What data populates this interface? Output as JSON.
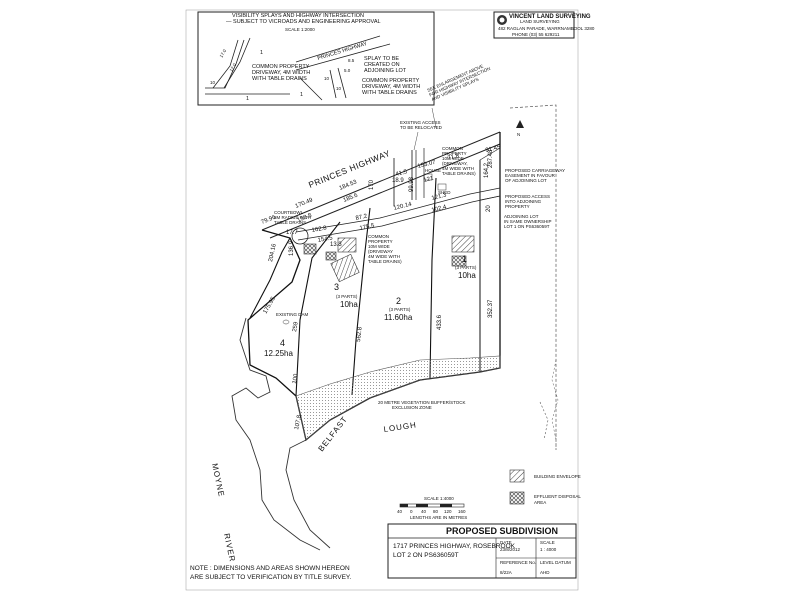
{
  "header": {
    "company": "VINCENT LAND SURVEYING",
    "company_tag": "LAND SURVEYING",
    "address": "482 RAGLAN PARADE, WARRNAMBOOL 3280",
    "phone": "PHONE (03) 55 629211"
  },
  "inset": {
    "title1": "VISIBILITY SPLAYS AND HIGHWAY INTERSECTION",
    "title2": "— SUBJECT TO VICROADS AND ENGINEERING APPROVAL",
    "scale": "SCALE 1:2000",
    "road": "PRINCES HIGHWAY",
    "left_note": "COMMON PROPERTY DRIVEWAY, 4M WIDTH WITH TABLE DRAINS",
    "right_note1": "SPLAY TO BE CREATED ON ADJOINING LOT",
    "right_note2": "COMMON PROPERTY DRIVEWAY, 4M WIDTH WITH TABLE DRAINS",
    "dims": [
      "17.0",
      "12.0",
      "10",
      "10",
      "5.0",
      "8.5",
      "10"
    ],
    "lot_labels": [
      "1",
      "1",
      "1"
    ]
  },
  "plan": {
    "highway": "PRINCES HIGHWAY",
    "notes": {
      "intersection": "SEE ENLARGEMENT ABOVE FOR HIGHWAY INTERSECTION AND VISIBILITY SPLAYS",
      "existing_access": "EXISTING ACCESS TO BE RELOCATED",
      "common_property_upper": "COMMON PROPERTY 10M WIDE (DRIVEWAY, 4M WIDE WITH TABLE DRAINS)",
      "carriageway": "PROPOSED CARRIAGEWAY EASEMENT IN FAVOUR OF ADJOINING LOT",
      "proposed_access": "PROPOSED ACCESS INTO ADJOINING PROPERTY",
      "adjoining_lot": "ADJOINING LOT IN SAME OWNERSHIP LOT 1 ON PS636059T",
      "courtbowl": "COURTBOWL 8M RADIUS WITH TABLE DRAINS",
      "common_property_lower": "COMMON PROPERTY 10M WIDE (DRIVEWAY 4M WIDE WITH TABLE DRAINS)",
      "buffer": "20 METRE VEGETATION BUFFER/STOCK EXCLUSION ZONE",
      "house": "HOUSE",
      "shed": "SHED",
      "existing_dam": "EXISTING DAM"
    },
    "lots": [
      {
        "number": "1",
        "parts": "(3 PARTS)",
        "area": "10ha"
      },
      {
        "number": "2",
        "parts": "(3 PARTS)",
        "area": "11.60ha"
      },
      {
        "number": "3",
        "parts": "(3 PARTS)",
        "area": "10ha"
      },
      {
        "number": "4",
        "parts": "",
        "area": "12.25ha"
      }
    ],
    "dims": {
      "top_1": "91.45",
      "top_2": "153.07",
      "top_3": "71.8",
      "top_4": "41.5",
      "top_5": "121",
      "hw_1": "184.53",
      "hw_2": "185.6",
      "hw_3": "170.49",
      "hw_4": "152.8",
      "hw_5": "79.96",
      "v_1": "18.9",
      "v_2": "170",
      "v_3": "99.98",
      "v_4": "164.2",
      "v_5": "287.48",
      "cp_1": "121.3",
      "cp_2": "120.14",
      "cp_3": "102.4",
      "cp_4": "87.2",
      "cp_5": "175.5",
      "cp_6": "162.8",
      "cp_7": "154.5",
      "cp_8": "17.7",
      "cp_9": "136.9",
      "cp_10": "13.3",
      "cp_11": "20",
      "w_1": "204.16",
      "w_2": "175.95",
      "w_3": "259",
      "w_4": "100",
      "w_5": "107.8",
      "l_1": "562.8",
      "l_2": "433.6",
      "l_3": "352.37"
    },
    "water": [
      "BELFAST",
      "LOUGH",
      "MOYNE",
      "RIVER"
    ]
  },
  "legend": {
    "building": "BUILDING ENVELOPE",
    "effluent": "EFFLUENT DISPOSAL AREA"
  },
  "scalebar": {
    "ratio": "SCALE 1:4000",
    "ticks": [
      "40",
      "0",
      "40",
      "80",
      "120",
      "160"
    ],
    "unit": "LENGTHS ARE IN METRES"
  },
  "title_block": {
    "title": "PROPOSED SUBDIVISION",
    "address1": "1717 PRINCES HIGHWAY, ROSEBROOK",
    "address2": "LOT 2 ON PS636059T",
    "date_label": "DATE",
    "date": "23/8/2012",
    "scale_label": "SCALE",
    "scale": "1 : 4000",
    "ref_label": "REFERENCE No.",
    "ref": "8/22A",
    "datum_label": "LEVEL DATUM",
    "datum": "AHD"
  },
  "footer_note": {
    "line1": "NOTE : DIMENSIONS AND AREAS SHOWN HEREON",
    "line2": "ARE SUBJECT TO VERIFICATION BY TITLE SURVEY."
  }
}
